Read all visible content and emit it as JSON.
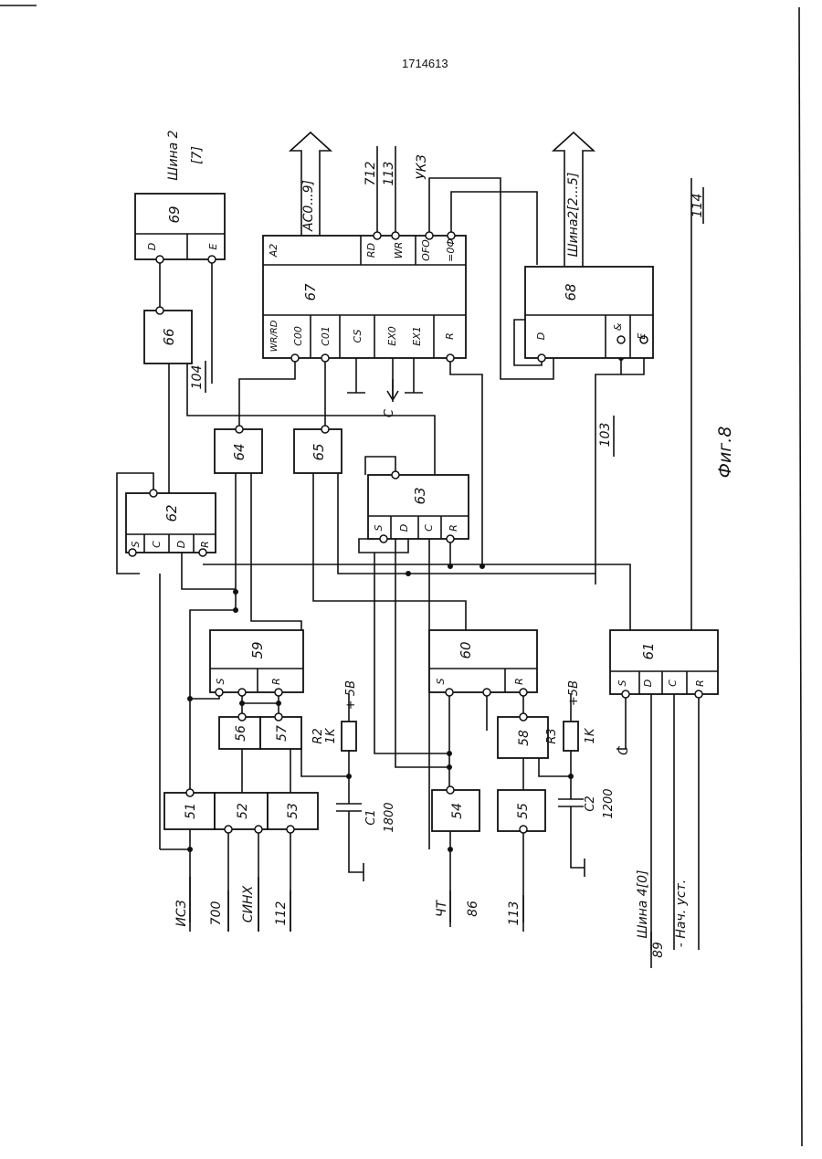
{
  "page": {
    "patent_number": "1714613",
    "figure_caption": "Фиг.8"
  },
  "blocks": [
    {
      "id": "51",
      "label": "51"
    },
    {
      "id": "52",
      "label": "52"
    },
    {
      "id": "53",
      "label": "53"
    },
    {
      "id": "54",
      "label": "54"
    },
    {
      "id": "55",
      "label": "55"
    },
    {
      "id": "56",
      "label": "56"
    },
    {
      "id": "57",
      "label": "57"
    },
    {
      "id": "58",
      "label": "58"
    },
    {
      "id": "59",
      "label": "59"
    },
    {
      "id": "60",
      "label": "60"
    },
    {
      "id": "61",
      "label": "61"
    },
    {
      "id": "62",
      "label": "62"
    },
    {
      "id": "63",
      "label": "63"
    },
    {
      "id": "64",
      "label": "64"
    },
    {
      "id": "65",
      "label": "65"
    },
    {
      "id": "66",
      "label": "66"
    },
    {
      "id": "67",
      "label": "67"
    },
    {
      "id": "68",
      "label": "68"
    },
    {
      "id": "69",
      "label": "69"
    }
  ],
  "pins": {
    "b67": {
      "wr_rd": "WR/RD",
      "c00": "C00",
      "c01": "C01",
      "cs": "CS",
      "ex0": "EX0",
      "ex1": "EX1",
      "r": "R",
      "a2": "A2",
      "rd": "RD",
      "wr": "WR",
      "ofo": "OFO",
      "eq0": "=0Ф"
    },
    "b68": {
      "d": "D",
      "and": "&",
      "e": "E"
    },
    "b69": {
      "d": "D",
      "e": "E"
    },
    "b62": {
      "s": "S",
      "c": "C",
      "d": "D",
      "r": "R"
    },
    "b63": {
      "s": "S",
      "d": "D",
      "c": "C",
      "r": "R"
    },
    "b59": {
      "s": "S",
      "r": "R"
    },
    "b60": {
      "s": "S",
      "r": "R"
    },
    "b61": {
      "s": "S",
      "d": "D",
      "c": "C",
      "r": "R"
    }
  },
  "components": {
    "r2_name": "R2",
    "r2_value": "1K",
    "r3_name": "R3",
    "r3_value": "1K",
    "c1_name": "C1",
    "c1_value": "1800",
    "c2_name": "C2",
    "c2_value": "1200",
    "supply_1": "+ 5В",
    "supply_2": "+5В",
    "clock_c": "C"
  },
  "signals": {
    "bus2_7": "Шина 2",
    "bus2_7_index": "[7]",
    "bus_aco": "AC0...9]",
    "s712": "712",
    "s113_top": "113",
    "ukz": "УКЗ",
    "bus2_2_5": "Шина2[2...5]",
    "s114": "114",
    "s104": "104",
    "s103": "103",
    "isz": "ИСЗ",
    "s700": "700",
    "sinh": "СИНХ",
    "s112": "112",
    "cht": "ЧТ",
    "s86": "86",
    "s113": "113",
    "bus4": "Шина 4[0]",
    "s89": "89",
    "nach": "- Нач. уст.",
    "c_in": "C"
  }
}
